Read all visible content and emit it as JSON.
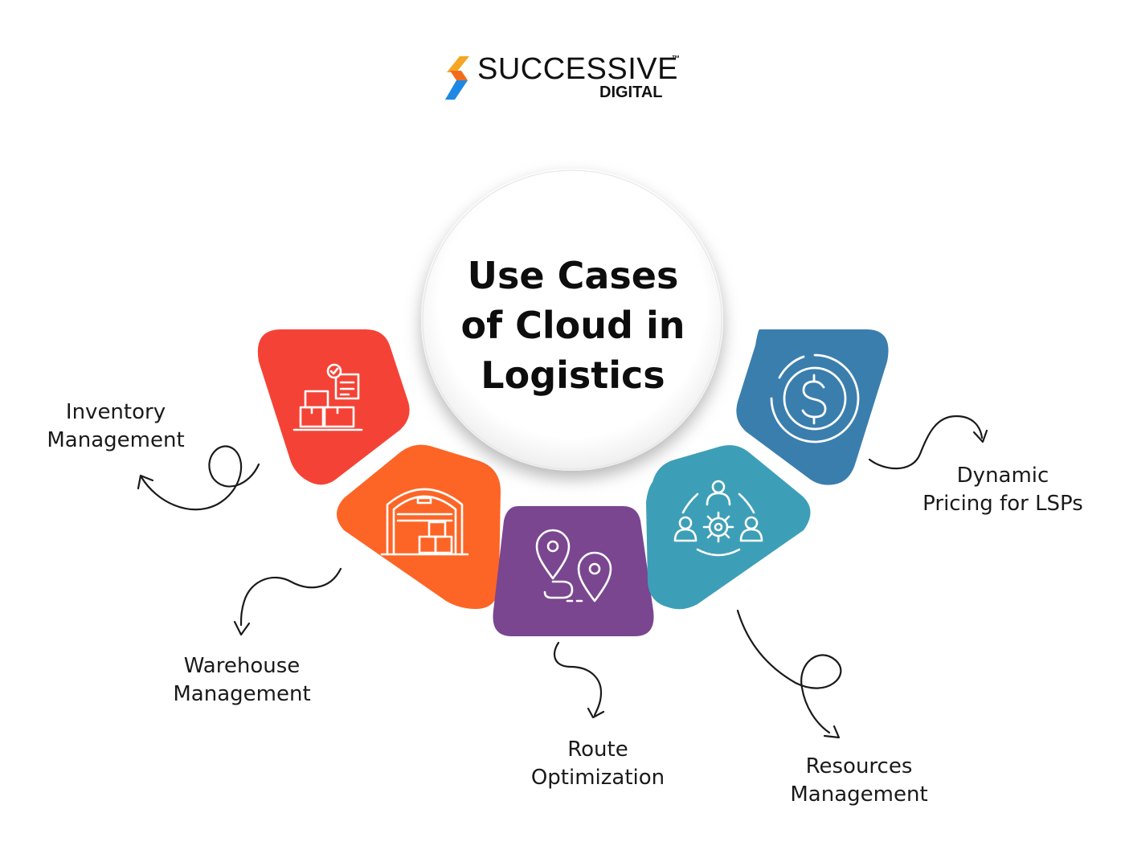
{
  "logo": {
    "name": "SUCCESSIVE",
    "trademark": "™",
    "sub": "DIGITAL",
    "colors": [
      "#f26b1d",
      "#f5a623",
      "#1e88e5"
    ]
  },
  "center": {
    "title": "Use Cases of Cloud in Logistics"
  },
  "items": [
    {
      "line1": "Inventory",
      "line2": "Management",
      "color": "#f44336",
      "icon": "inventory-boxes-icon"
    },
    {
      "line1": "Warehouse",
      "line2": "Management",
      "color": "#fd6526",
      "icon": "warehouse-icon"
    },
    {
      "line1": "Route",
      "line2": "Optimization",
      "color": "#7a4690",
      "icon": "route-pins-icon"
    },
    {
      "line1": "Resources",
      "line2": "Management",
      "color": "#3d9fb7",
      "icon": "team-gear-icon"
    },
    {
      "line1": "Dynamic",
      "line2": "Pricing for LSPs",
      "color": "#3a7eae",
      "icon": "dollar-coin-icon"
    }
  ]
}
